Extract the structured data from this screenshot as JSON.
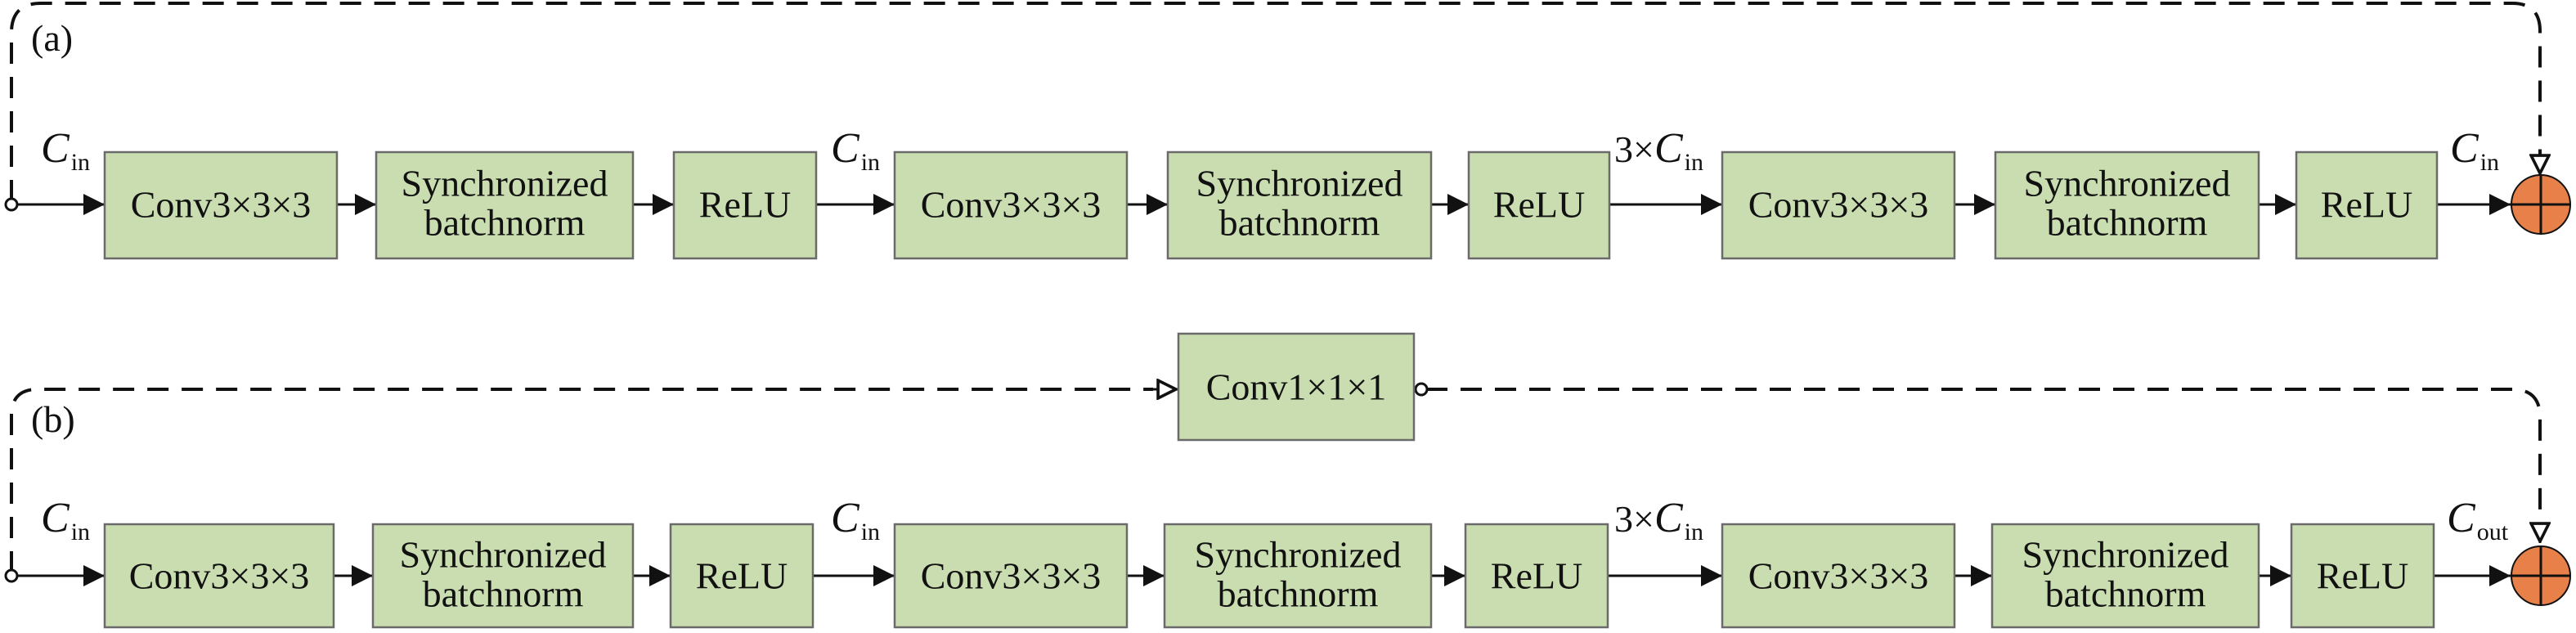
{
  "panels": {
    "a": {
      "tag": "(a)",
      "blocks": [
        "Conv3×3×3",
        "Synchronized|batchnorm",
        "ReLU",
        "Conv3×3×3",
        "Synchronized|batchnorm",
        "ReLU",
        "Conv3×3×3",
        "Synchronized|batchnorm",
        "ReLU"
      ],
      "channel_labels": [
        {
          "pre": "",
          "sym": "C",
          "sub": "in"
        },
        {
          "pre": "",
          "sym": "C",
          "sub": "in"
        },
        {
          "pre": "3×",
          "sym": "C",
          "sub": "in"
        },
        {
          "pre": "",
          "sym": "C",
          "sub": "in"
        }
      ]
    },
    "b": {
      "tag": "(b)",
      "shortcut_block": "Conv1×1×1",
      "blocks": [
        "Conv3×3×3",
        "Synchronized|batchnorm",
        "ReLU",
        "Conv3×3×3",
        "Synchronized|batchnorm",
        "ReLU",
        "Conv3×3×3",
        "Synchronized|batchnorm",
        "ReLU"
      ],
      "channel_labels": [
        {
          "pre": "",
          "sym": "C",
          "sub": "in"
        },
        {
          "pre": "",
          "sym": "C",
          "sub": "in"
        },
        {
          "pre": "3×",
          "sym": "C",
          "sub": "in"
        },
        {
          "pre": "",
          "sym": "C",
          "sub": "out"
        }
      ]
    }
  },
  "colors": {
    "block_fill": "#c9ddb0",
    "block_border": "#6a6a6a",
    "sum_node": "#e8804a",
    "line": "#111111"
  }
}
